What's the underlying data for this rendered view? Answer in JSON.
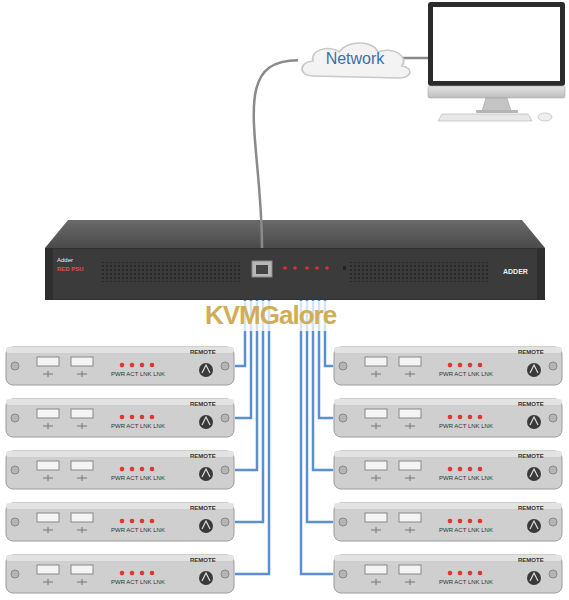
{
  "diagram": {
    "nodes": [
      {
        "text": [
          "Network"
        ]
      },
      {
        "text": [
          "Adder",
          "RED PSU",
          "ADDER"
        ]
      },
      {
        "text": [
          "PWR ACT LNK LNK",
          "REMOTE"
        ]
      },
      {
        "text": [
          "PWR ACT LNK LNK",
          "REMOTE"
        ]
      },
      {
        "text": [
          "PWR ACT LNK LNK",
          "REMOTE"
        ]
      },
      {
        "text": [
          "PWR ACT LNK LNK",
          "REMOTE"
        ]
      },
      {
        "text": [
          "PWR ACT LNK LNK",
          "REMOTE"
        ]
      },
      {
        "text": [
          "PWR ACT LNK LNK",
          "REMOTE"
        ]
      },
      {
        "text": [
          "PWR ACT LNK LNK",
          "REMOTE"
        ]
      },
      {
        "text": [
          "PWR ACT LNK LNK",
          "REMOTE"
        ]
      },
      {
        "text": [
          "PWR ACT LNK LNK",
          "REMOTE"
        ]
      },
      {
        "text": [
          "PWR ACT LNK LNK",
          "REMOTE"
        ]
      }
    ],
    "edges": [
      {
        "from": 0,
        "to": 1,
        "arrow": "none"
      },
      {
        "from": 1,
        "to": 2,
        "arrow": "none"
      },
      {
        "from": 1,
        "to": 3,
        "arrow": "none"
      },
      {
        "from": 1,
        "to": 4,
        "arrow": "none"
      },
      {
        "from": 1,
        "to": 5,
        "arrow": "none"
      },
      {
        "from": 1,
        "to": 6,
        "arrow": "none"
      },
      {
        "from": 1,
        "to": 7,
        "arrow": "none"
      },
      {
        "from": 1,
        "to": 8,
        "arrow": "none"
      },
      {
        "from": 1,
        "to": 9,
        "arrow": "none"
      },
      {
        "from": 1,
        "to": 10,
        "arrow": "none"
      },
      {
        "from": 1,
        "to": 11,
        "arrow": "none"
      }
    ],
    "labels": [
      "KVMGalore"
    ]
  }
}
